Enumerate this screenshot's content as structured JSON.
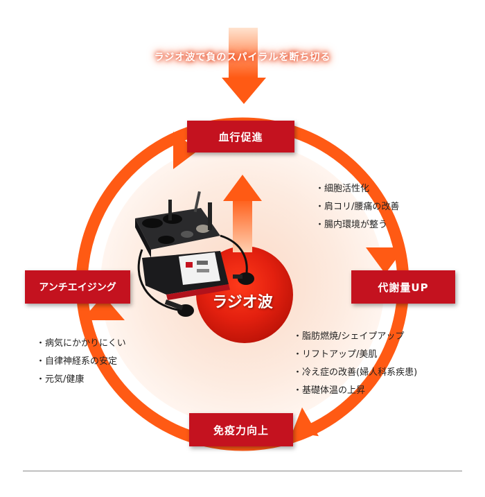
{
  "tagline": "ラジオ波で負のスパイラルを断ち切る",
  "center_label": "ラジオ波",
  "cycle": {
    "top": "血行促進",
    "right": "代謝量UP",
    "bottom": "免疫力向上",
    "left": "アンチエイジング"
  },
  "effects": {
    "top_right": [
      "細胞活性化",
      "肩コリ/腰痛の改善",
      "腸内環境が整う"
    ],
    "right": [
      "脂肪燃焼/シェイプアップ",
      "リフトアップ/美肌",
      "冷え症の改善(婦人科系疾患)",
      "基礎体温の上昇"
    ],
    "left": [
      "病気にかかりにくい",
      "自律神経系の安定",
      "元気/健康"
    ]
  },
  "colors": {
    "ring": "#ff5a14",
    "arrow": "#ff6a1a",
    "box": "#c4121f",
    "glow": "#fde8dc",
    "core": "#e8200f"
  }
}
